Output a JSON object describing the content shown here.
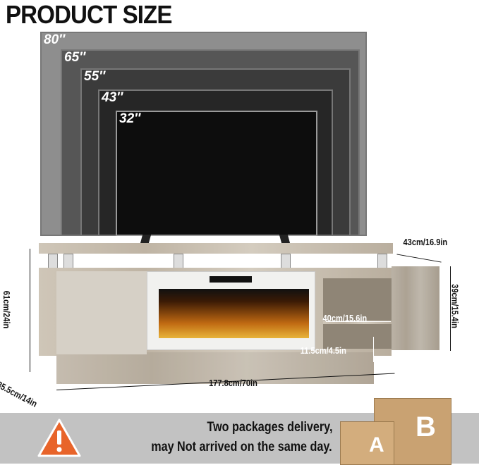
{
  "title": "PRODUCT SIZE",
  "tv_sizes": [
    "80″",
    "65″",
    "55″",
    "43″",
    "32″"
  ],
  "dimensions": {
    "depth_top": "43cm/16.9in",
    "height": "61cm/24in",
    "cabinet_height": "39cm/15.4in",
    "shelf_width": "40cm/15.6in",
    "base_height": "11.5cm/4.5in",
    "depth": "35.5cm/14in",
    "width": "177.8cm/70in"
  },
  "notice": {
    "line1": "Two packages delivery,",
    "line2": "may Not arrived on the same day.",
    "box_a": "A",
    "box_b": "B"
  },
  "colors": {
    "warning": "#e8642a",
    "banner": "#c2c2c2",
    "box": "#c9a272"
  }
}
